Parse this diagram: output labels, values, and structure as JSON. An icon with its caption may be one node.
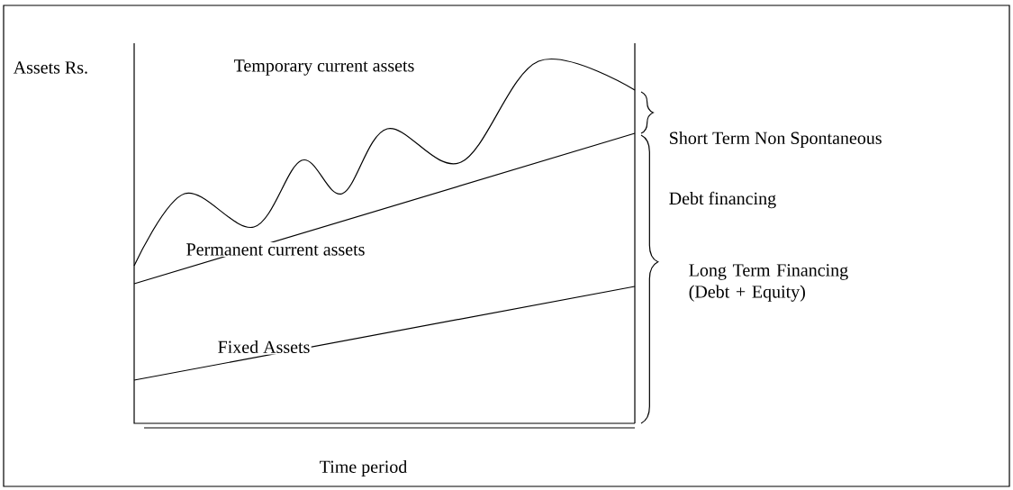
{
  "diagram": {
    "labels": [
      "Assets Rs.",
      "Temporary current assets",
      "Short Term Non Spontaneous",
      "Debt financing",
      "Permanent current assets",
      "Long Term Financing (Debt + Equity)",
      "Fixed Assets",
      "Time period"
    ]
  }
}
